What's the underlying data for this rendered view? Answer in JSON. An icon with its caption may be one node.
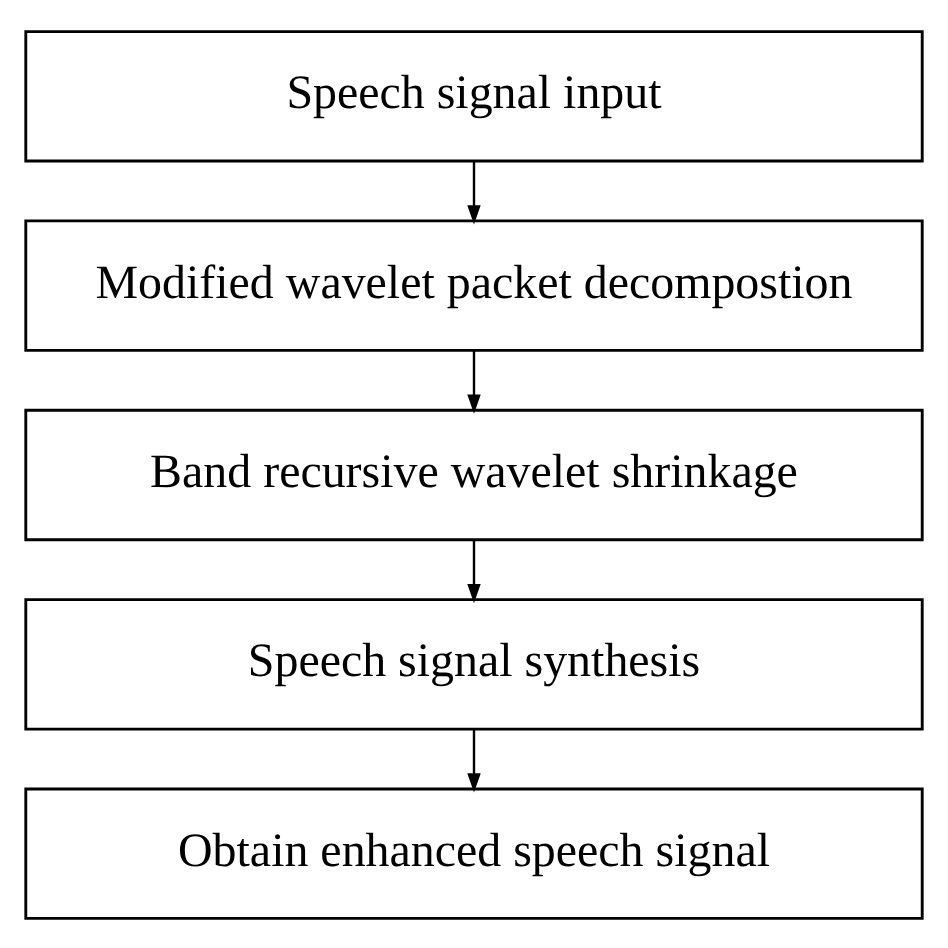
{
  "diagram": {
    "nodes": [
      {
        "text": [
          "Speech signal input"
        ]
      },
      {
        "text": [
          "Modified wavelet packet decompostion"
        ]
      },
      {
        "text": [
          "Band recursive wavelet shrinkage"
        ]
      },
      {
        "text": [
          "Speech signal synthesis"
        ]
      },
      {
        "text": [
          "Obtain enhanced speech signal"
        ]
      }
    ],
    "edges": [
      {
        "from": 0,
        "to": 1,
        "arrow": "to"
      },
      {
        "from": 1,
        "to": 2,
        "arrow": "to"
      },
      {
        "from": 2,
        "to": 3,
        "arrow": "to"
      },
      {
        "from": 3,
        "to": 4,
        "arrow": "to"
      }
    ]
  }
}
